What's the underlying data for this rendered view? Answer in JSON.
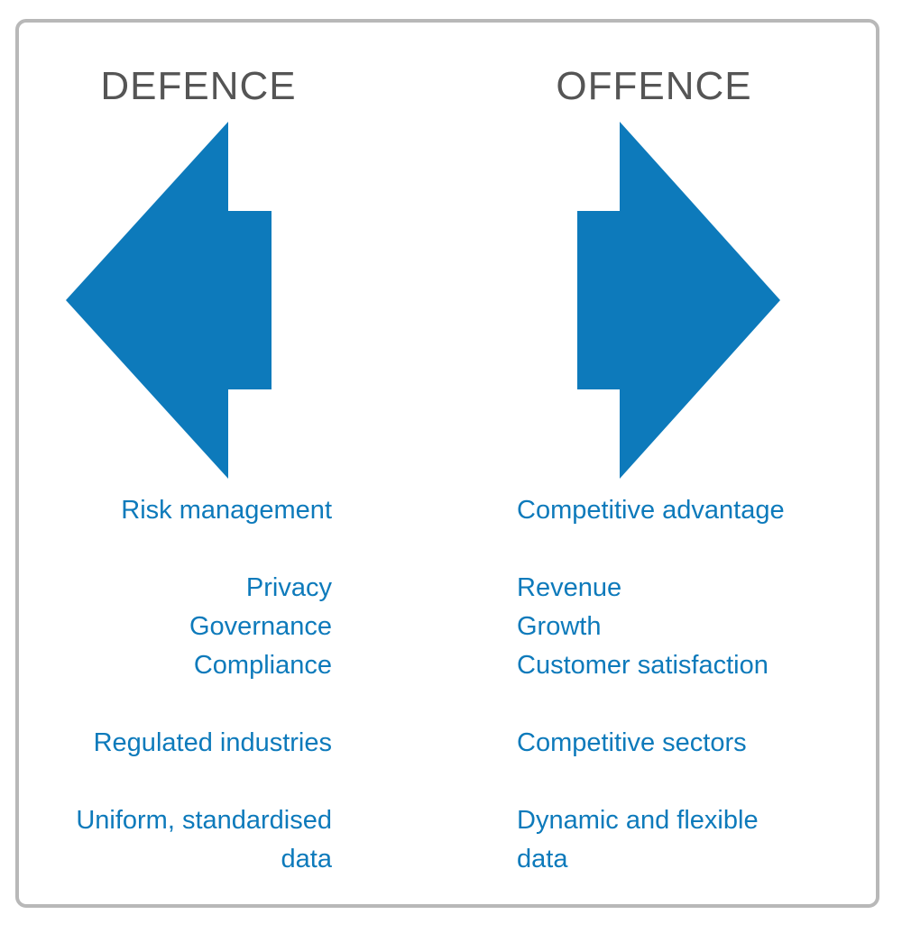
{
  "colors": {
    "accent": "#0d7abb",
    "heading": "#555555",
    "frame": "#b8b8b8"
  },
  "defence": {
    "title": "DEFENCE",
    "arrow_icon": "left-arrow-icon",
    "groups": [
      [
        "Risk management"
      ],
      [
        "Privacy",
        "Governance",
        "Compliance"
      ],
      [
        "Regulated industries"
      ],
      [
        "Uniform, standardised",
        "data"
      ]
    ]
  },
  "offence": {
    "title": "OFFENCE",
    "arrow_icon": "right-arrow-icon",
    "groups": [
      [
        "Competitive advantage"
      ],
      [
        "Revenue",
        "Growth",
        "Customer satisfaction"
      ],
      [
        "Competitive sectors"
      ],
      [
        "Dynamic and flexible",
        "data"
      ]
    ]
  }
}
